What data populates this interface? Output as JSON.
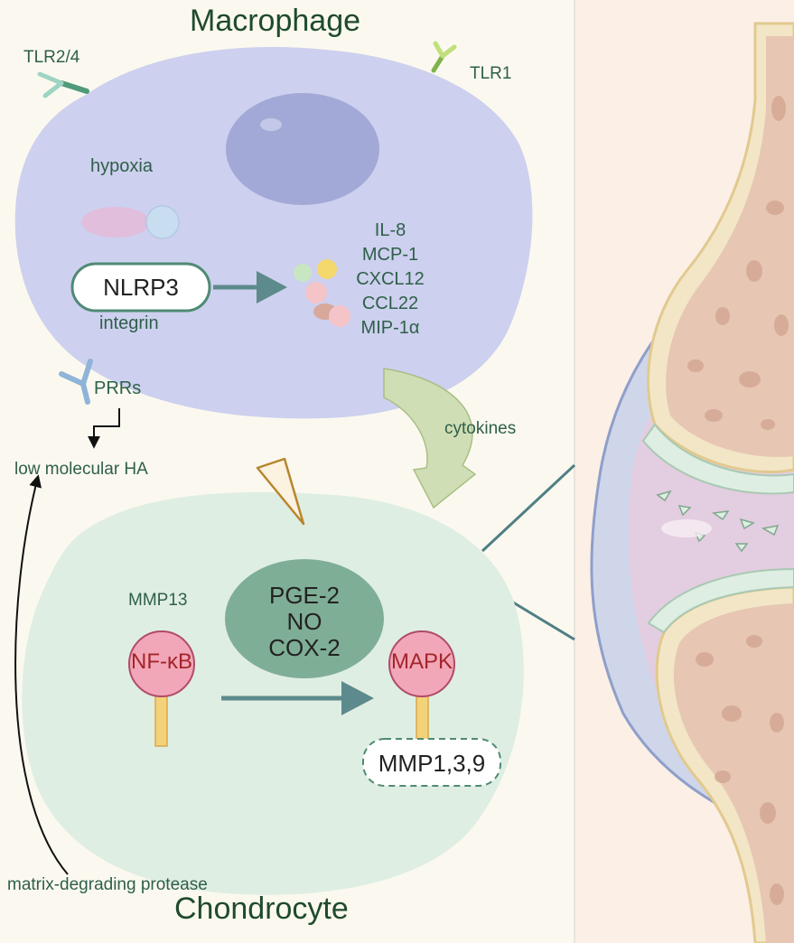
{
  "macrophage": {
    "title": "Macrophage",
    "receptors": {
      "tlr24": "TLR2/4",
      "tlr1": "TLR1",
      "prrs": "PRRs"
    },
    "hypoxia": "hypoxia",
    "nlrp3": "NLRP3",
    "integrin": "integrin",
    "cytokine_list": [
      "IL-8",
      "MCP-1",
      "CXCL12",
      "CCL22",
      "MIP-1α"
    ]
  },
  "cytokines_label": "cytokines",
  "low_molecular_ha": "low molecular HA",
  "protease_label": "matrix-degrading protease",
  "chondrocyte": {
    "title": "Chondrocyte",
    "mmp13": "MMP13",
    "mediators": [
      "PGE-2",
      "NO",
      "COX-2"
    ],
    "nfkb": "NF-κB",
    "mapk": "MAPK",
    "mmp_group": "MMP1,3,9"
  },
  "colors": {
    "left_background": "#fbf9ef",
    "right_background": "#fbefe6",
    "macrophage_fill": "#cdd0ee",
    "nucleus_fill": "#a3a9d6",
    "chondrocyte_fill": "#dfeee2",
    "pathway_arrow": "#5d8a8c",
    "cytokine_arrow": "#cfdeb4",
    "signal_head": "#f2a7b8",
    "signal_stem": "#f3d27a",
    "title_text": "#1f4a2e",
    "label_text": "#2f5f4a",
    "kinase_text": "#a3252a"
  }
}
